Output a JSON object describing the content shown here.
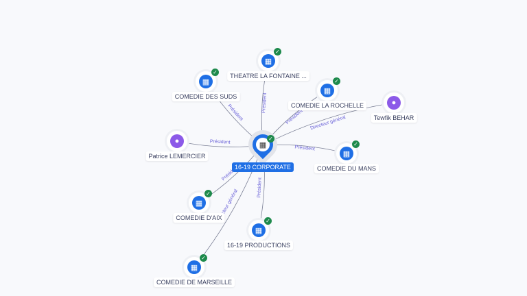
{
  "center": {
    "label": "16-19 CORPORATE",
    "icon": "building-icon",
    "verified": true
  },
  "nodes": [
    {
      "id": "theatre",
      "label": "THEATRE LA FONTAINE ...",
      "type": "company",
      "verified": true
    },
    {
      "id": "suds",
      "label": "COMEDIE DES SUDS",
      "type": "company",
      "verified": true
    },
    {
      "id": "rochelle",
      "label": "COMEDIE LA ROCHELLE",
      "type": "company",
      "verified": true
    },
    {
      "id": "tewfik",
      "label": "Tewfik BEHAR",
      "type": "person",
      "verified": false
    },
    {
      "id": "patrice",
      "label": "Patrice LEMERCIER",
      "type": "person",
      "verified": false
    },
    {
      "id": "mans",
      "label": "COMEDIE DU MANS",
      "type": "company",
      "verified": true
    },
    {
      "id": "aix",
      "label": "COMEDIE D'AIX",
      "type": "company",
      "verified": true
    },
    {
      "id": "productions",
      "label": "16-19 PRODUCTIONS",
      "type": "company",
      "verified": true
    },
    {
      "id": "marseille",
      "label": "COMEDIE DE MARSEILLE",
      "type": "company",
      "verified": true
    }
  ],
  "edges": [
    {
      "to": "theatre",
      "label": "Président"
    },
    {
      "to": "suds",
      "label": "Président"
    },
    {
      "to": "rochelle",
      "label": "Président"
    },
    {
      "to": "tewfik",
      "label": "Directeur général"
    },
    {
      "to": "patrice",
      "label": "Président"
    },
    {
      "to": "mans",
      "label": "Président"
    },
    {
      "to": "aix",
      "label": "Président"
    },
    {
      "to": "productions",
      "label": "Président"
    },
    {
      "to": "marseille",
      "label": "Directeur général"
    }
  ],
  "colors": {
    "company": "#1f6fe5",
    "person": "#8c5ae8",
    "verified": "#1e8a4c"
  }
}
